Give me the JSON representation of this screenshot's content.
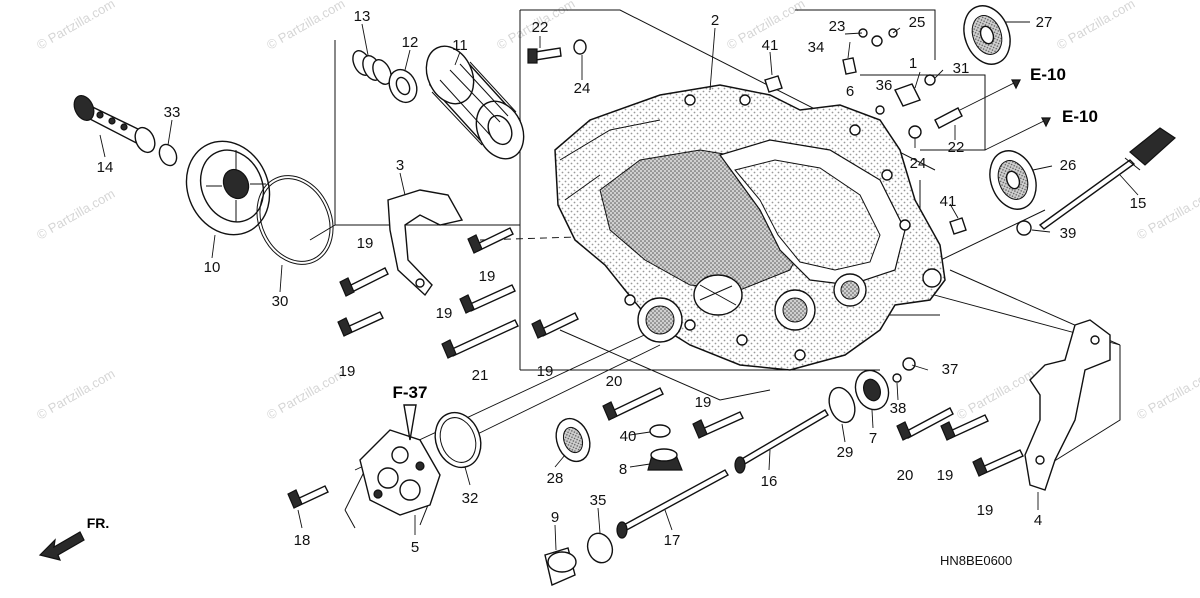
{
  "diagram": {
    "code": "HN8BE0600",
    "watermark": "© Partzilla.com",
    "direction_label": "FR.",
    "refs": {
      "e10_a": "E-10",
      "e10_b": "E-10",
      "f37": "F-37"
    },
    "callouts": {
      "c1": "1",
      "c2": "2",
      "c3": "3",
      "c4": "4",
      "c5": "5",
      "c6": "6",
      "c7": "7",
      "c8": "8",
      "c9": "9",
      "c10": "10",
      "c11": "11",
      "c12": "12",
      "c13": "13",
      "c14": "14",
      "c15": "15",
      "c16": "16",
      "c17": "17",
      "c18": "18",
      "c19a": "19",
      "c19b": "19",
      "c19c": "19",
      "c19d": "19",
      "c19e": "19",
      "c19f": "19",
      "c19g": "19",
      "c19h": "19",
      "c20a": "20",
      "c20b": "20",
      "c21": "21",
      "c22a": "22",
      "c22b": "22",
      "c23": "23",
      "c24a": "24",
      "c24b": "24",
      "c25": "25",
      "c26": "26",
      "c27": "27",
      "c28": "28",
      "c29": "29",
      "c30": "30",
      "c31": "31",
      "c32": "32",
      "c33": "33",
      "c34": "34",
      "c35": "35",
      "c36": "36",
      "c37": "37",
      "c38": "38",
      "c39": "39",
      "c40": "40",
      "c41a": "41",
      "c41b": "41"
    }
  }
}
